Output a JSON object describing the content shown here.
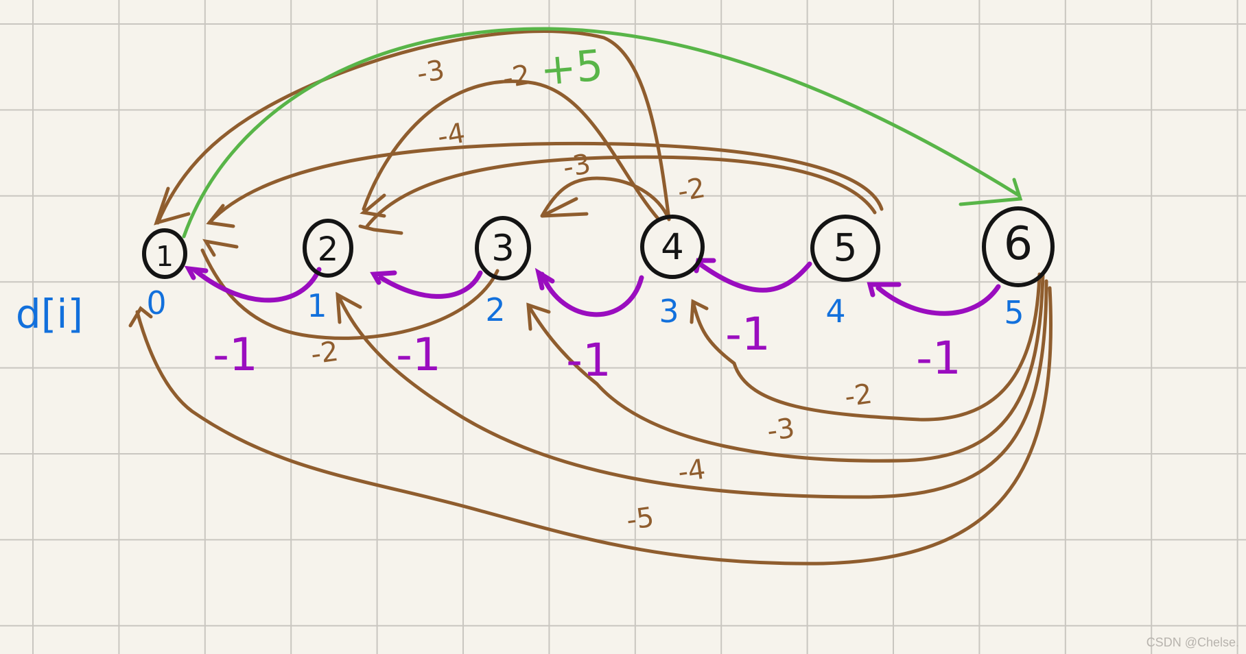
{
  "colors": {
    "paper": "#f6f3ec",
    "grid": "#c9c6c0",
    "node_outline": "#141414",
    "brown_edge": "#8f5d2e",
    "green_edge": "#58b548",
    "purple_edge": "#9a0dbf",
    "blue_text": "#1270dc"
  },
  "graph": {
    "nodes": [
      {
        "id": "n1",
        "label": "1"
      },
      {
        "id": "n2",
        "label": "2"
      },
      {
        "id": "n3",
        "label": "3"
      },
      {
        "id": "n4",
        "label": "4"
      },
      {
        "id": "n5",
        "label": "5"
      },
      {
        "id": "n6",
        "label": "6"
      }
    ],
    "dist_label": "d[i]",
    "dist_values": [
      "0",
      "1",
      "2",
      "3",
      "4",
      "5"
    ],
    "purple_weights": [
      "-1",
      "-1",
      "-1",
      "-1",
      "-1"
    ],
    "green_weight": "+5",
    "upper_brown_weights": [
      "-3",
      "-2",
      "-4",
      "-3",
      "-2"
    ],
    "lower_brown_weights": [
      "-2",
      "-2",
      "-3",
      "-4",
      "-5"
    ]
  },
  "watermark": "CSDN @Chelse."
}
